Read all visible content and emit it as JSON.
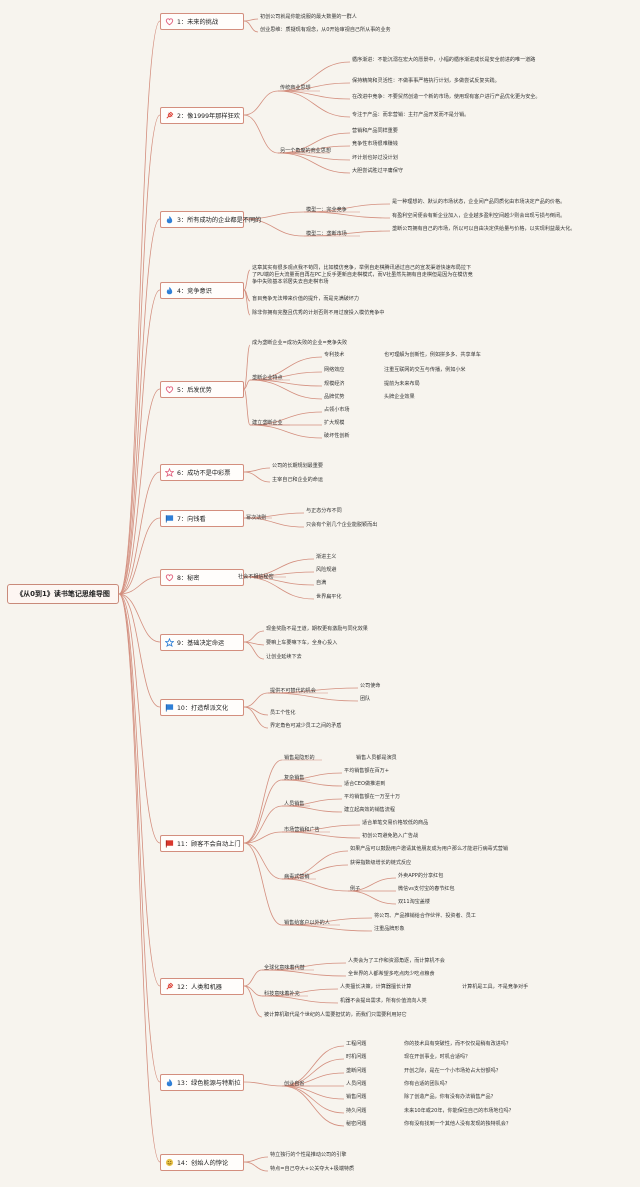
{
  "root": "《从0到1》读书笔记思维导图",
  "colors": {
    "line": "#d38e7e",
    "heart": "#e0607e",
    "flame": "#2f7fd6",
    "flag_blue": "#2f7fd6",
    "flag_red": "#d9362c",
    "star": "#e0607e",
    "star_blue": "#2f7fd6",
    "smile": "#e8c24a",
    "bg": "#f7f4ee"
  },
  "t1": {
    "title": "1：未来的挑战",
    "icon": "heart-icon",
    "c1": "初创公司就是你能说服的最大数量的一群人",
    "c2": "创业思维：质疑现有观念，从0开始审视自己所从事的业务"
  },
  "t2": {
    "title": "2：像1999年那样狂欢",
    "icon": "pin-icon",
    "a": "传统商业思想",
    "a1": "循序渐进：不能沉溺在宏大的愿景中，小幅的循序渐进成长是安全前进的唯一道路",
    "a2": "保持精简和灵活性：不做事事严格执行计划，多做尝试反复实践。",
    "a3": "在改进中竞争：不要贸然创造一个新的市场，使用现有客户进行产品优化更为安全。",
    "a4": "专注于产品：而非营销：主打产品开发而不是分销。",
    "b": "另一个角度的商业思想",
    "b1": "营销和产品同样重要",
    "b2": "竞争性市场很难赚钱",
    "b3": "坏计划也好过没计划",
    "b4": "大胆尝试胜过平庸保守"
  },
  "t3": {
    "title": "3：所有成功的企业都是不同的",
    "icon": "flame-icon",
    "a": "模型一：完全竞争",
    "a1": "是一种理想的、默认的市场状态，企业间产品同质化由市场决定产品的价格。",
    "a2": "有盈利空间便会有新企业加入，企业越多盈利空间越少则会出现亏损与倒闭。",
    "b": "模型二：垄断市场",
    "b1": "垄断公司拥有自己的市场，所以可以自由决定供给量与价格，以实现利益最大化。"
  },
  "t4": {
    "title": "4：竞争意识",
    "icon": "flame-icon",
    "c1": "这章其实有很多观点我不苟同，比如模仿竞争，举例自走棋腾讯通过自己的宣发渠道快速布局拉下了PU端的巨大流量而自再在PC上反手更新自走棋模式，而V社虽然先拥有自走棋但是因为在模仿竞争中失败基本邻居失去自走棋市场",
    "c2": "盲目竞争无法带来价值的提升，而是充满破坏力",
    "c3": "除非你拥有完整且优秀的计划否则不用过度投入模仿竞争中"
  },
  "t5": {
    "title": "5：后发优势",
    "icon": "heart-icon",
    "c1": "成为垄断企业=成功失败的企业=竞争失败",
    "a": "垄断企业特点",
    "a1": "专利技术",
    "a1x": "也可理解为创新性，例如拼多多、共享单车",
    "a2": "网络效应",
    "a2x": "注重互联网的交互与传播，例如小米",
    "a3": "规模经济",
    "a3x": "提前为未来布局",
    "a4": "品牌优势",
    "a4x": "头牌企业效果",
    "b": "建立垄断企业",
    "b1": "占领小市场",
    "b2": "扩大规模",
    "b3": "破坏性创新"
  },
  "t6": {
    "title": "6：成功不是中彩票",
    "icon": "star-icon",
    "c1": "公司的长期规划最重要",
    "c2": "主宰自己和企业的命运"
  },
  "t7": {
    "title": "7：向钱看",
    "icon": "flag-icon",
    "a": "幂次法则",
    "a1": "与正态分布不同",
    "a2": "只会有个别几个企业能脱颖而出"
  },
  "t8": {
    "title": "8：秘密",
    "icon": "heart-icon",
    "a": "社会不相信秘密",
    "a1": "渐进主义",
    "a2": "风险规避",
    "a3": "自满",
    "a4": "世界扁平化"
  },
  "t9": {
    "title": "9：基础决定命运",
    "icon": "star-outline-icon",
    "c1": "现金奖励不是王道，期权更有激励与同化效果",
    "c2": "要嘛上车要嘛下车，全身心投入",
    "c3": "让创业延续下去"
  },
  "t10": {
    "title": "10：打造帮派文化",
    "icon": "flag-icon",
    "a": "提供不可替代的机会",
    "a1": "公司使命",
    "a2": "团队",
    "c1": "员工个性化",
    "c2": "界定角色可减少员工之间的矛盾"
  },
  "t11": {
    "title": "11：顾客不会自动上门",
    "icon": "flag-red-icon",
    "a": "销售是隐形的",
    "a1": "销售人员都是演员",
    "b": "复杂销售",
    "b1": "平均销售额在百万+",
    "b2": "适合CEO做推进到",
    "c": "人员销售",
    "c1": "平均销售额在一万至十万",
    "c2": "建立起高效的销售流程",
    "d": "市场营销和广告",
    "d1": "适合单笔交易价格较低的商品",
    "d2": "初创公司避免陷入广告战",
    "e": "病毒式营销",
    "e1": "如果产品可以鼓励用户邀请其他朋友成为用户那么才能进行病毒式营销",
    "e2": "获得指数级增长的链式反应",
    "e3": "例子",
    "e3a": "外卖APP的分享红包",
    "e3b": "微信vs支付宝的春节红包",
    "e3c": "双11淘宝盖楼",
    "f": "销售给客户以外的人",
    "f1": "将公司、产品推销给合作伙伴、投资者、员工",
    "f2": "注重品牌形象"
  },
  "t12": {
    "title": "12：人类和机器",
    "icon": "pin-icon",
    "a": "全球化意味着代替",
    "a1": "人类会为了工作和资源角逐，而计算机不会",
    "a2": "全世界的人都希望多吃点肉少吃点粮食",
    "b": "科技意味着补充",
    "b1": "人类擅长决策，计算器擅长计算",
    "b1x": "计算机是工具，不是竞争对手",
    "b2": "机器不会提出需求，所有价值流向人类",
    "c1": "被计算机取代是个世纪的人需要担忧的，而我们只需要利用好它"
  },
  "t13": {
    "title": "13：绿色能源与特斯拉",
    "icon": "flame-icon",
    "a": "创业自省",
    "q1": "工程问题",
    "q1x": "你的技术具有突破性，而不仅仅是稍有改进吗？",
    "q2": "时机问题",
    "q2x": "现在开创事业，时机合适吗？",
    "q3": "垄断问题",
    "q3x": "开创之际，是在一个小市场抢占大份额吗？",
    "q4": "人员问题",
    "q4x": "你有合适的团队吗？",
    "q5": "销售问题",
    "q5x": "除了创造产品，你有没有办法销售产品？",
    "q6": "持久问题",
    "q6x": "未来10年或20年，你能保住自己的市场地位吗？",
    "q7": "秘密问题",
    "q7x": "你有没有找到一个其他人没有发现的独特机会？"
  },
  "t14": {
    "title": "14：创始人的悖论",
    "icon": "smile-icon",
    "c1": "特立独行的个性是推动公司的引擎",
    "c2": "特点=自己夺大+公关夺大+极端特质"
  }
}
